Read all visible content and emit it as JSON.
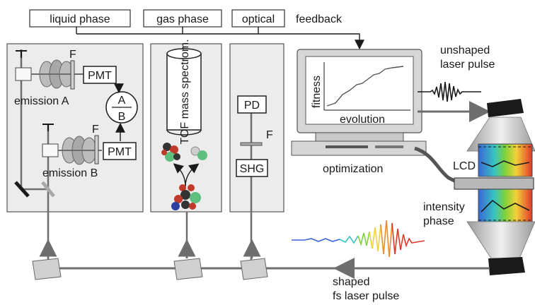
{
  "labels": {
    "liquid_phase": "liquid phase",
    "gas_phase": "gas phase",
    "optical": "optical",
    "feedback": "feedback",
    "filter_F": "F",
    "pmt": "PMT",
    "ratio_a": "A",
    "ratio_b": "B",
    "emission_a": "emission A",
    "emission_b": "emission B",
    "tof": "TOF mass spectrom.",
    "pd": "PD",
    "shg": "SHG",
    "fitness": "fitness",
    "evolution": "evolution",
    "optimization": "optimization",
    "unshaped_line1": "unshaped",
    "unshaped_line2": "laser pulse",
    "lcd": "LCD",
    "intensity": "intensity",
    "phase": "phase",
    "shaped_line1": "shaped",
    "shaped_line2": "fs laser pulse"
  },
  "colors": {
    "panel": "#ececec",
    "panel_stroke": "#555555",
    "beam": "#6e6e6e",
    "dark": "#1e1e1e",
    "monitor": "#d6d6d6",
    "atom_red": "#c0392b",
    "atom_green": "#5fbf7f",
    "atom_blue": "#2b3fa0",
    "atom_dark": "#333333"
  }
}
